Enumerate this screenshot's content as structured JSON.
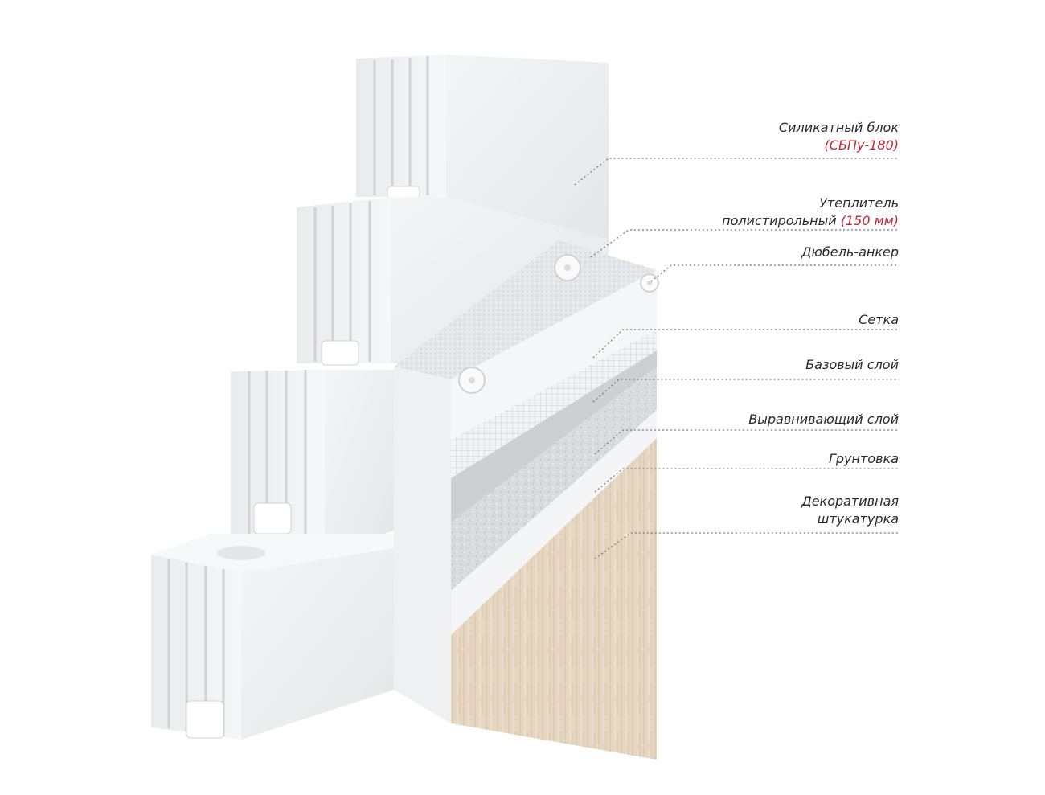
{
  "colors": {
    "accent": "#c0262d",
    "text": "#2a2a2a",
    "block": "#eeeff1",
    "plaster": "#e6d6c1"
  },
  "labels": {
    "silicate_block": {
      "line1": "Силикатный блок",
      "line2": "(СБПу-180)"
    },
    "insulation": {
      "line1": "Утеплитель",
      "line2": "полистирольный",
      "line2_accent": "(150 мм)"
    },
    "dowel": "Дюбель-анкер",
    "mesh": "Сетка",
    "base_layer": "Базовый слой",
    "leveling_layer": "Выравнивающий слой",
    "primer": "Грунтовка",
    "decorative_plaster": {
      "line1": "Декоративная",
      "line2": "штукатурка"
    }
  }
}
